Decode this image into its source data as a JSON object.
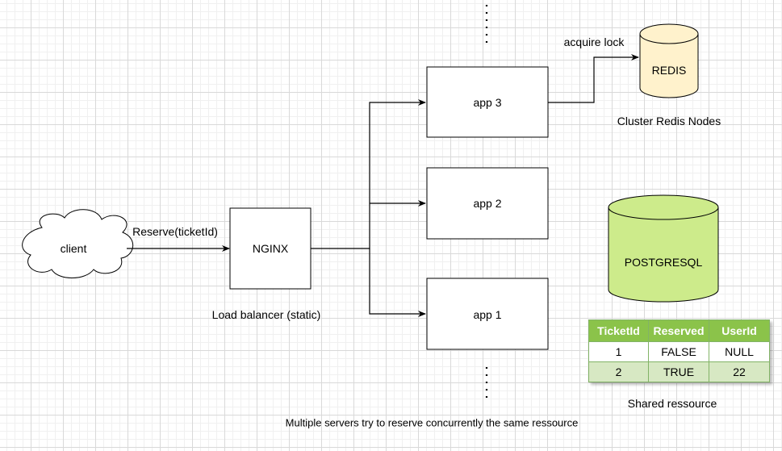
{
  "diagram": {
    "nodes": {
      "client": {
        "label": "client"
      },
      "nginx": {
        "label": "NGINX"
      },
      "app3": {
        "label": "app 3"
      },
      "app2": {
        "label": "app 2"
      },
      "app1": {
        "label": "app 1"
      },
      "redis": {
        "label": "REDIS"
      },
      "postgres": {
        "label": "POSTGRESQL"
      }
    },
    "edges": {
      "reserve": {
        "label": "Reserve(ticketId)"
      },
      "acquire": {
        "label": "acquire lock"
      }
    },
    "captions": {
      "load_balancer": "Load balancer (static)",
      "cluster_redis": "Cluster Redis Nodes",
      "shared_resource": "Shared ressource",
      "footer": "Multiple servers try to reserve concurrently the same ressource"
    },
    "table": {
      "headers": [
        "TicketId",
        "Reserved",
        "UserId"
      ],
      "rows": [
        [
          "1",
          "FALSE",
          "NULL"
        ],
        [
          "2",
          "TRUE",
          "22"
        ]
      ]
    },
    "colors": {
      "redis_fill": "#fff2cc",
      "postgres_fill": "#cdeb8b",
      "table_header": "#8bc34a",
      "table_alt_row": "#d7e8c3"
    }
  }
}
